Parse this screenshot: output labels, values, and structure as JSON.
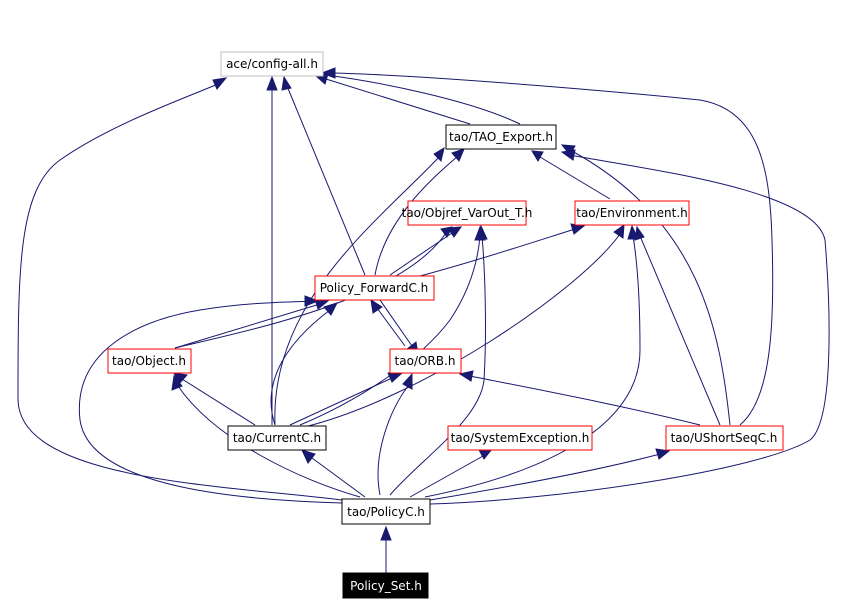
{
  "colors": {
    "edge": "#191970",
    "border_black": "#000000",
    "border_red": "#ff0000",
    "border_gray": "#bfbfbf",
    "root_fill": "#000000",
    "root_text": "#ffffff"
  },
  "nodes": {
    "config_all": "ace/config-all.h",
    "tao_export": "tao/TAO_Export.h",
    "objref_varout": "tao/Objref_VarOut_T.h",
    "environment": "tao/Environment.h",
    "policy_forward": "Policy_ForwardC.h",
    "object": "tao/Object.h",
    "orb": "tao/ORB.h",
    "current": "tao/CurrentC.h",
    "system_exception": "tao/SystemException.h",
    "ushortseq": "tao/UShortSeqC.h",
    "policyc": "tao/PolicyC.h",
    "policy_set": "Policy_Set.h"
  }
}
